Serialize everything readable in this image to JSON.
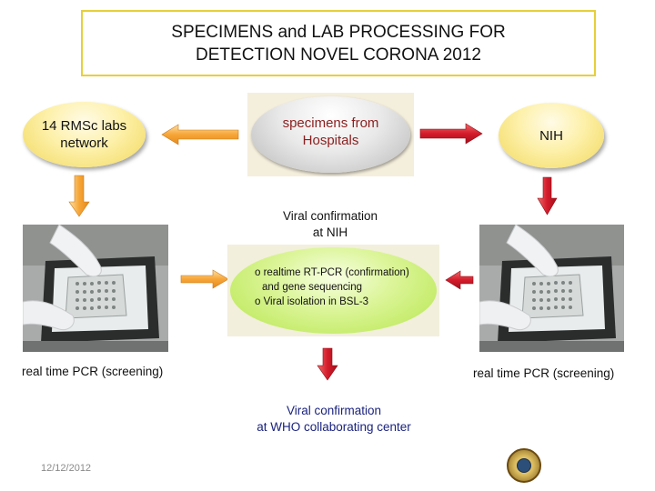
{
  "title": {
    "line1": "SPECIMENS and LAB PROCESSING FOR",
    "line2": "DETECTION NOVEL CORONA 2012"
  },
  "nodes": {
    "rmsc": {
      "line1": "14 RMSc labs",
      "line2": "network"
    },
    "hospitals": {
      "line1": "specimens from",
      "line2": "Hospitals"
    },
    "nih": {
      "label": "NIH"
    },
    "viral_nih": {
      "line1": "Viral confirmation",
      "line2": "at NIH"
    },
    "nih_tests": {
      "line1": "o realtime RT-PCR (confirmation)",
      "line2": "and gene sequencing",
      "line3": "o Viral isolation in BSL-3"
    },
    "screening_left": "real time PCR (screening)",
    "screening_right": "real time PCR (screening)",
    "who": {
      "line1": "Viral confirmation",
      "line2": "at WHO collaborating center"
    }
  },
  "footer": {
    "date": "12/12/2012"
  },
  "colors": {
    "orange_arrow": "#f7a537",
    "red_arrow": "#d41b2b",
    "title_border": "#e7cf3a",
    "hospitals_text": "#8b1e1e"
  }
}
